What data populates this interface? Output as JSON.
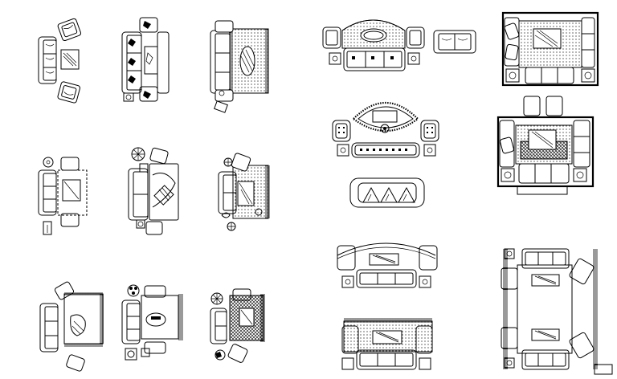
{
  "drawing": {
    "line_color": "#000000",
    "background_color": "#ffffff",
    "blocks": [
      {
        "name": "living-set-1"
      },
      {
        "name": "living-set-2"
      },
      {
        "name": "living-set-3"
      },
      {
        "name": "living-set-4"
      },
      {
        "name": "living-set-5"
      },
      {
        "name": "living-set-6"
      },
      {
        "name": "living-set-7"
      },
      {
        "name": "living-set-8"
      },
      {
        "name": "living-set-9"
      },
      {
        "name": "living-set-10"
      },
      {
        "name": "living-set-11"
      },
      {
        "name": "living-set-12"
      },
      {
        "name": "living-set-13"
      },
      {
        "name": "living-set-14"
      },
      {
        "name": "living-set-15"
      },
      {
        "name": "living-set-16"
      }
    ]
  }
}
